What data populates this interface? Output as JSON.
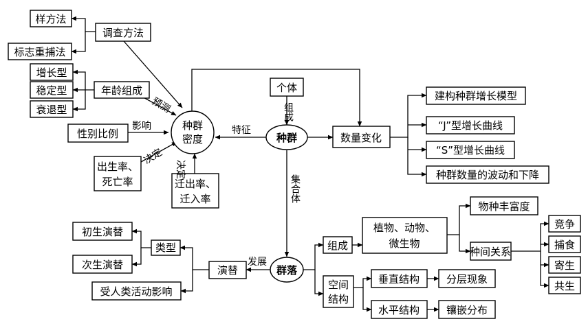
{
  "nodes": {
    "quadrat": "样方法",
    "mark_recapture": "标志重捕法",
    "survey_methods": "调查方法",
    "growth_type": "增长型",
    "stable_type": "稳定型",
    "decline_type": "衰退型",
    "age_structure": "年龄组成",
    "sex_ratio": "性别比例",
    "density_line1": "种群",
    "density_line2": "密度",
    "birth_death_line1": "出生率、",
    "birth_death_line2": "死亡率",
    "migration_line1": "迁出率、",
    "migration_line2": "迁入率",
    "individual": "个体",
    "population": "种群",
    "quantity_change": "数量变化",
    "build_model": "建构种群增长模型",
    "j_curve": "“J”型增长曲线",
    "s_curve": "“S”型增长曲线",
    "fluctuation": "种群数量的波动和下降",
    "community": "群落",
    "succession": "演替",
    "type": "类型",
    "primary_succession": "初生演替",
    "secondary_succession": "次生演替",
    "human_influence": "受人类活动影响",
    "composition": "组成",
    "organisms_line1": "植物、动物、",
    "organisms_line2": "微生物",
    "species_richness": "物种丰富度",
    "interspecific": "种间关系",
    "competition": "竞争",
    "predation": "捕食",
    "parasitism": "寄生",
    "mutualism": "共生",
    "spatial_line1": "空间",
    "spatial_line2": "结构",
    "vertical_structure": "垂直结构",
    "stratification": "分层现象",
    "horizontal_structure": "水平结构",
    "mosaic": "镶嵌分布"
  },
  "edge_labels": {
    "predict": "预测",
    "influence": "影响",
    "determine_birth": "决定",
    "determine_migration": "决定",
    "feature": "特征",
    "compose": "组成",
    "aggregate": "集合体",
    "develop": "发展"
  }
}
